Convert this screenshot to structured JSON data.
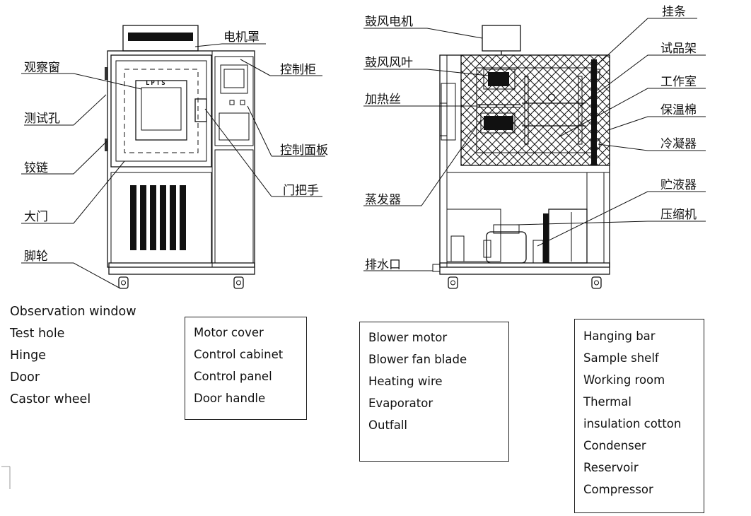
{
  "left_labels": {
    "observation_window": "观察窗",
    "test_hole": "测试孔",
    "hinge": "铰链",
    "door": "大门",
    "castor_wheel": "脚轮",
    "motor_cover": "电机罩",
    "control_cabinet": "控制柜",
    "control_panel": "控制面板",
    "door_handle": "门把手"
  },
  "right_labels": {
    "blower_motor": "鼓风电机",
    "blower_fan_blade": "鼓风风叶",
    "heating_wire": "加热丝",
    "evaporator": "蒸发器",
    "outfall": "排水口",
    "hanging_bar": "挂条",
    "sample_shelf": "试品架",
    "working_room": "工作室",
    "insulation_cotton": "保温棉",
    "condenser": "冷凝器",
    "reservoir": "贮液器",
    "compressor": "压缩机"
  },
  "panel_logo": "LPTS",
  "legend_left_plain": [
    "Observation window",
    "Test hole",
    "Hinge",
    "Door",
    "Castor wheel"
  ],
  "legend_box1": [
    "Motor cover",
    "Control cabinet",
    "Control panel",
    "Door handle"
  ],
  "legend_box2": [
    "Blower motor",
    "Blower fan blade",
    "Heating wire",
    "Evaporator",
    "Outfall"
  ],
  "legend_box3": [
    "Hanging bar",
    "Sample shelf",
    "Working room",
    "Thermal",
    "insulation cotton",
    "Condenser",
    "Reservoir",
    "Compressor"
  ]
}
